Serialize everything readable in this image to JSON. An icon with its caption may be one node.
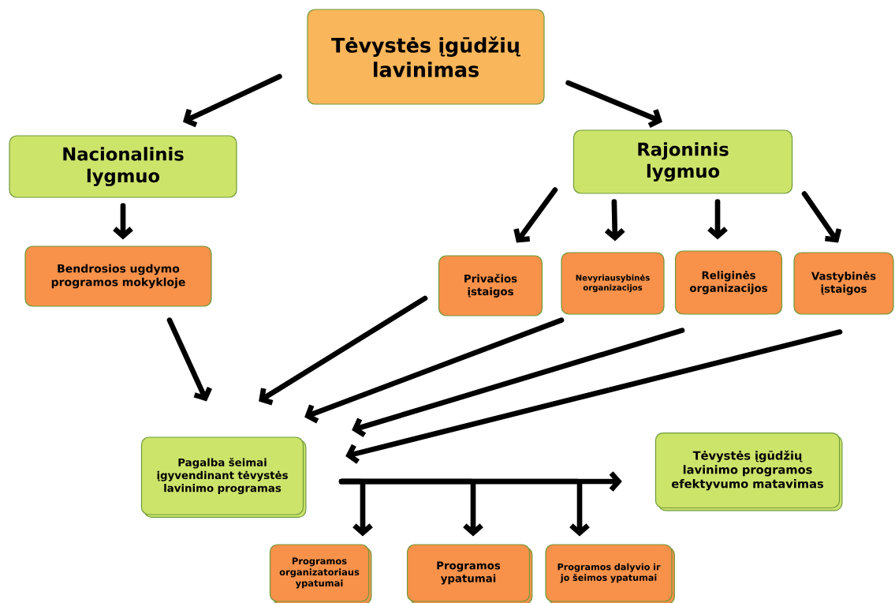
{
  "diagram": {
    "nodes": [
      {
        "text": [
          "Tėvystės įgūdžių lavinimas"
        ]
      },
      {
        "text": [
          "Nacionalinis lygmuo"
        ]
      },
      {
        "text": [
          "Rajoninis lygmuo"
        ]
      },
      {
        "text": [
          "Bendrosios ugdymo programos mokykloje"
        ]
      },
      {
        "text": [
          "Privačios įstaigos"
        ]
      },
      {
        "text": [
          "Nevyriausybinės organizacijos"
        ]
      },
      {
        "text": [
          "Religinės organizacijos"
        ]
      },
      {
        "text": [
          "Vastybinės įstaigos"
        ]
      },
      {
        "text": [
          "Pagalba šeimai įgyvendinant tėvystės lavinimo programas"
        ]
      },
      {
        "text": [
          "Tėvystės įgūdžių lavinimo programos efektyvumo matavimas"
        ]
      },
      {
        "text": [
          "Programos organizatoriaus ypatumai"
        ]
      },
      {
        "text": [
          "Programos ypatumai"
        ]
      },
      {
        "text": [
          "Programos dalyvio ir jo šeimos ypatumai"
        ]
      }
    ],
    "edges": [
      {
        "from": 0,
        "to": 1,
        "arrow": "to"
      },
      {
        "from": 0,
        "to": 2,
        "arrow": "to"
      },
      {
        "from": 1,
        "to": 3,
        "arrow": "to"
      },
      {
        "from": 2,
        "to": 4,
        "arrow": "to"
      },
      {
        "from": 2,
        "to": 5,
        "arrow": "to"
      },
      {
        "from": 2,
        "to": 6,
        "arrow": "to"
      },
      {
        "from": 2,
        "to": 7,
        "arrow": "to"
      },
      {
        "from": 3,
        "to": 8,
        "arrow": "to"
      },
      {
        "from": 4,
        "to": 8,
        "arrow": "to"
      },
      {
        "from": 5,
        "to": 8,
        "arrow": "to"
      },
      {
        "from": 6,
        "to": 8,
        "arrow": "to"
      },
      {
        "from": 7,
        "to": 8,
        "arrow": "to"
      },
      {
        "from": 8,
        "to": 9,
        "arrow": "to"
      },
      {
        "from": 8,
        "to": 10,
        "arrow": "to"
      },
      {
        "from": 8,
        "to": 11,
        "arrow": "to"
      },
      {
        "from": 8,
        "to": 12,
        "arrow": "to"
      }
    ]
  }
}
